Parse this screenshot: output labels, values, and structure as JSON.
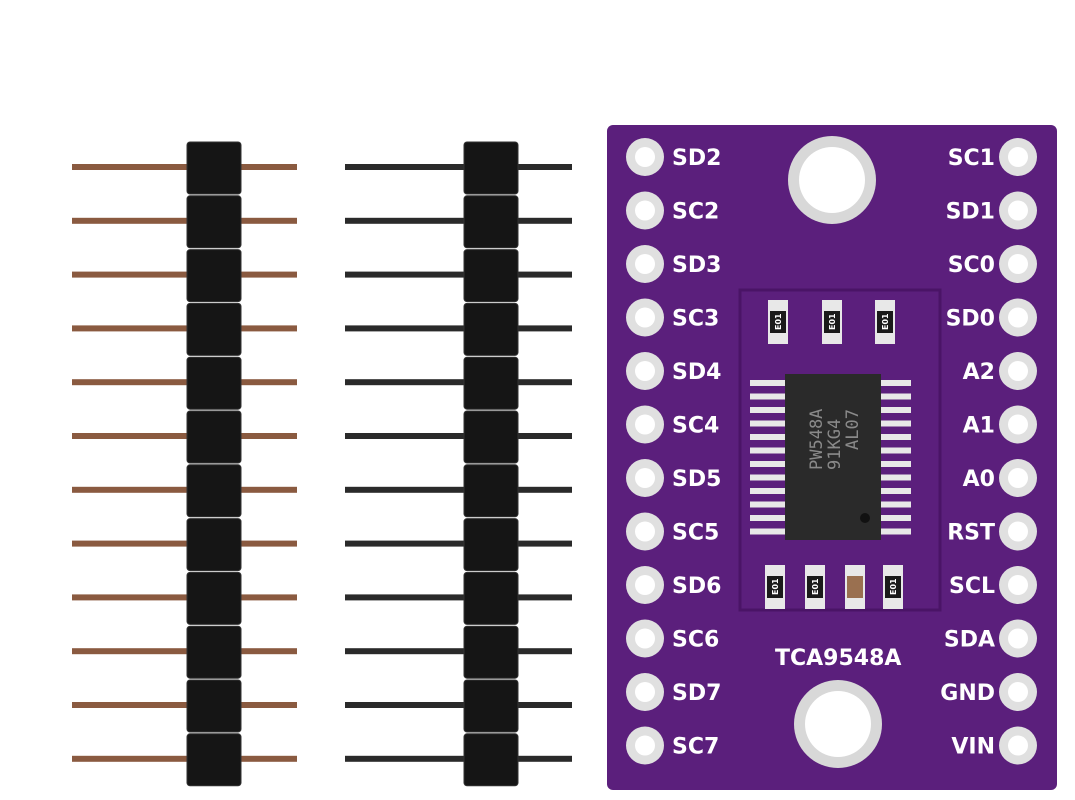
{
  "board": {
    "name": "TCA9548A",
    "color": "#5b1f7c",
    "left_pins": [
      "SD2",
      "SC2",
      "SD3",
      "SC3",
      "SD4",
      "SC4",
      "SD5",
      "SC5",
      "SD6",
      "SC6",
      "SD7",
      "SC7"
    ],
    "right_pins": [
      "SC1",
      "SD1",
      "SC0",
      "SD0",
      "A2",
      "A1",
      "A0",
      "RST",
      "SCL",
      "SDA",
      "GND",
      "VIN"
    ],
    "chip_lines": [
      "PW548A",
      "91KG4",
      "AL07"
    ],
    "resistor_marking": "E01"
  },
  "headers": {
    "count": 2,
    "pins_per_header": 12
  }
}
